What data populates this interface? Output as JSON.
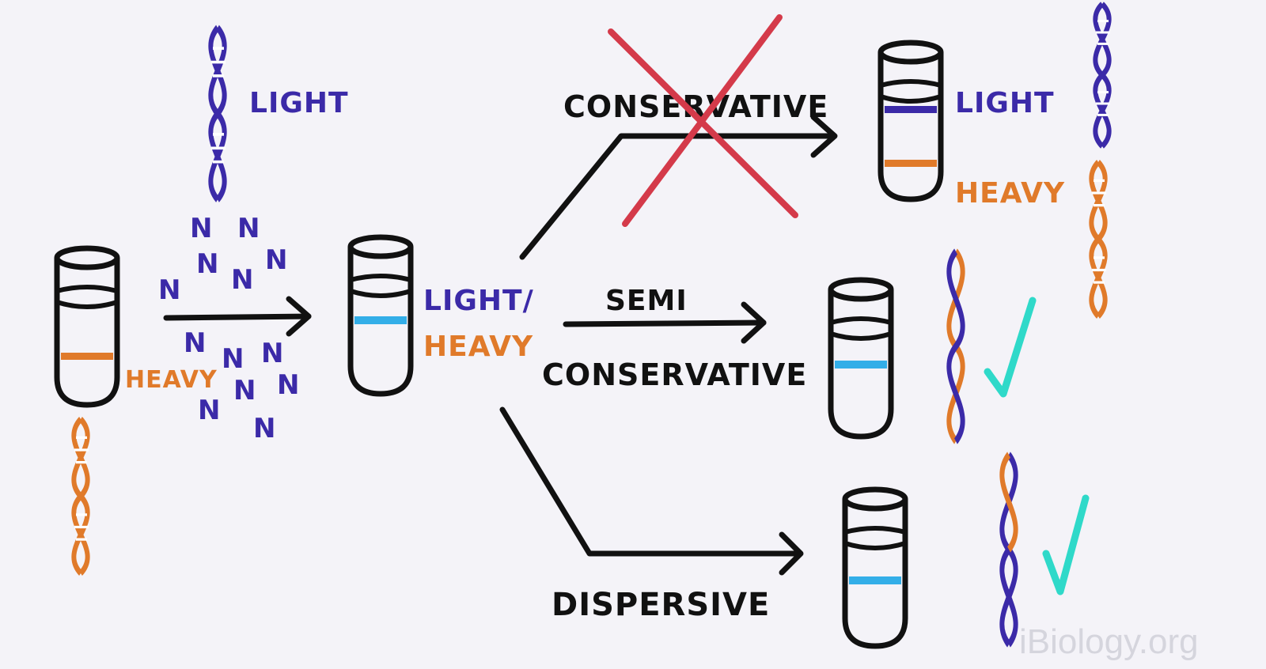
{
  "labels": {
    "light_top": "LIGHT",
    "heavy_left": "HEAVY",
    "light_mid": "LIGHT/",
    "heavy_mid": "HEAVY",
    "conservative_top": "CONSERVATIVE",
    "light_right": "LIGHT",
    "heavy_right": "HEAVY",
    "semi": "SEMI",
    "conservative_mid": "CONSERVATIVE",
    "dispersive": "DISPERSIVE",
    "nitrogen": "N",
    "watermark": "iBiology.org"
  },
  "colors": {
    "light_dna": "#3b2aa8",
    "heavy_dna": "#e07a2a",
    "hybrid_band": "#33aee8",
    "check": "#2fd9c9",
    "cross": "#d43a4a",
    "ink": "#111111"
  }
}
